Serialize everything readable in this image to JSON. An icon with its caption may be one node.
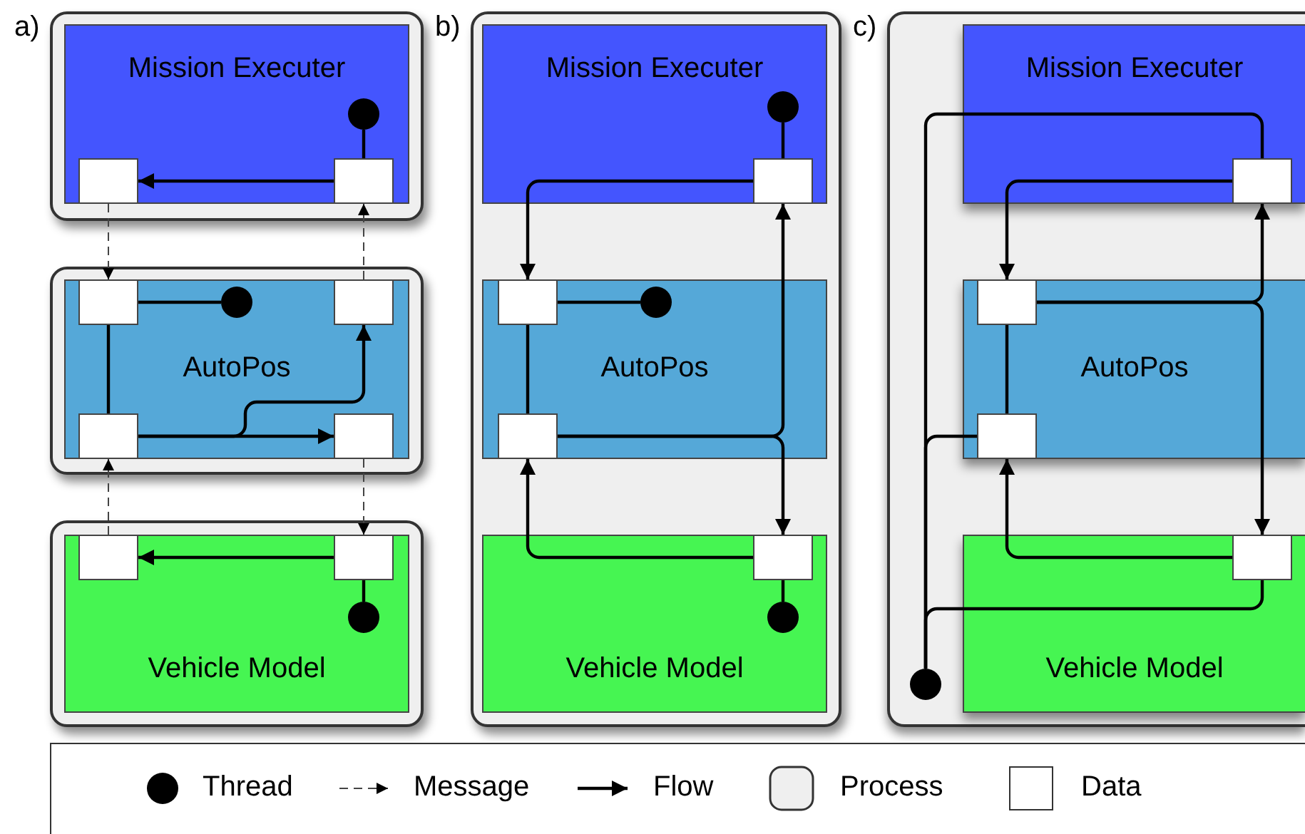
{
  "diagram": {
    "nodes": [
      {
        "text": [],
        "shape": "box"
      },
      {
        "text": [
          "Mission Executer"
        ],
        "in": 0
      },
      {
        "text": [],
        "shape": "circle",
        "in": 1
      },
      {
        "text": [],
        "shape": "box",
        "in": 1
      },
      {
        "text": [],
        "shape": "box",
        "in": 1
      },
      {
        "text": [],
        "shape": "box"
      },
      {
        "text": [
          "AutoPos"
        ],
        "in": 5
      },
      {
        "text": [],
        "shape": "box",
        "in": 6
      },
      {
        "text": [],
        "shape": "circle",
        "in": 6
      },
      {
        "text": [],
        "shape": "box",
        "in": 6
      },
      {
        "text": [],
        "shape": "box",
        "in": 6
      },
      {
        "text": [],
        "shape": "box",
        "in": 6
      },
      {
        "text": [],
        "shape": "box"
      },
      {
        "text": [
          "Vehicle Model"
        ],
        "in": 12
      },
      {
        "text": [],
        "shape": "box",
        "in": 13
      },
      {
        "text": [],
        "shape": "box",
        "in": 13
      },
      {
        "text": [],
        "shape": "circle",
        "in": 13
      },
      {
        "text": [],
        "shape": "box"
      },
      {
        "text": [
          "Mission Executer"
        ],
        "in": 17
      },
      {
        "text": [],
        "shape": "circle",
        "in": 18
      },
      {
        "text": [],
        "shape": "box",
        "in": 18
      },
      {
        "text": [
          "AutoPos"
        ],
        "in": 17
      },
      {
        "text": [],
        "shape": "box",
        "in": 21
      },
      {
        "text": [],
        "shape": "circle",
        "in": 21
      },
      {
        "text": [],
        "shape": "box",
        "in": 21
      },
      {
        "text": [
          "Vehicle Model"
        ],
        "in": 17
      },
      {
        "text": [],
        "shape": "box",
        "in": 25
      },
      {
        "text": [],
        "shape": "circle",
        "in": 25
      },
      {
        "text": [],
        "shape": "box"
      },
      {
        "text": [
          "Mission Executer"
        ],
        "in": 28
      },
      {
        "text": [],
        "shape": "box",
        "in": 29
      },
      {
        "text": [
          "AutoPos"
        ],
        "in": 28
      },
      {
        "text": [],
        "shape": "box",
        "in": 31
      },
      {
        "text": [],
        "shape": "box",
        "in": 31
      },
      {
        "text": [
          "Vehicle Model"
        ],
        "in": 28
      },
      {
        "text": [],
        "shape": "box",
        "in": 34
      },
      {
        "text": [],
        "shape": "circle",
        "in": 28
      }
    ],
    "edges": [
      {
        "from": 2,
        "to": 4,
        "arrow": "none"
      },
      {
        "from": 4,
        "to": 3,
        "arrow": "to"
      },
      {
        "from": 3,
        "to": 7,
        "arrow": "to",
        "style": "dashed"
      },
      {
        "from": 9,
        "to": 4,
        "arrow": "to",
        "style": "dashed"
      },
      {
        "from": 8,
        "to": 7,
        "arrow": "none"
      },
      {
        "from": 7,
        "to": 10,
        "arrow": "none"
      },
      {
        "from": 10,
        "to": 11,
        "arrow": "to"
      },
      {
        "from": 10,
        "to": 9,
        "arrow": "to"
      },
      {
        "from": 11,
        "to": 15,
        "arrow": "to",
        "style": "dashed"
      },
      {
        "from": 14,
        "to": 10,
        "arrow": "to",
        "style": "dashed"
      },
      {
        "from": 16,
        "to": 15,
        "arrow": "none"
      },
      {
        "from": 15,
        "to": 14,
        "arrow": "to"
      },
      {
        "from": 19,
        "to": 20,
        "arrow": "none"
      },
      {
        "from": 20,
        "to": 22,
        "arrow": "to"
      },
      {
        "from": 23,
        "to": 22,
        "arrow": "none"
      },
      {
        "from": 22,
        "to": 24,
        "arrow": "none"
      },
      {
        "from": 24,
        "to": 20,
        "arrow": "to"
      },
      {
        "from": 24,
        "to": 26,
        "arrow": "to"
      },
      {
        "from": 27,
        "to": 26,
        "arrow": "none"
      },
      {
        "from": 26,
        "to": 24,
        "arrow": "to"
      },
      {
        "from": 36,
        "to": 30,
        "arrow": "none"
      },
      {
        "from": 30,
        "to": 32,
        "arrow": "to"
      },
      {
        "from": 36,
        "to": 33,
        "arrow": "none"
      },
      {
        "from": 33,
        "to": 32,
        "arrow": "none"
      },
      {
        "from": 32,
        "to": 30,
        "arrow": "to"
      },
      {
        "from": 32,
        "to": 35,
        "arrow": "to"
      },
      {
        "from": 36,
        "to": 35,
        "arrow": "none"
      },
      {
        "from": 35,
        "to": 33,
        "arrow": "to"
      }
    ],
    "labels": [
      "a)",
      "b)",
      "c)"
    ],
    "legend": [
      {
        "text": "Thread"
      },
      {
        "text": "Message"
      },
      {
        "text": "Flow"
      },
      {
        "text": "Process"
      },
      {
        "text": "Data"
      }
    ]
  }
}
